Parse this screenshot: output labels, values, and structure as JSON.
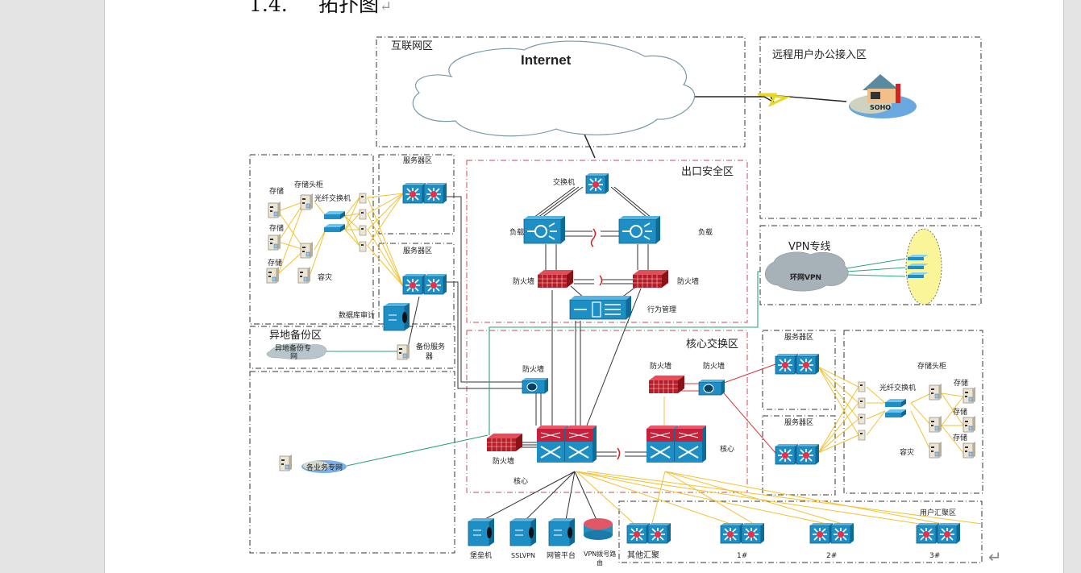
{
  "document": {
    "heading_number": "1.4.",
    "heading_title": "拓扑图",
    "paragraph_mark": "↵"
  },
  "diagram": {
    "title": "网络拓扑图",
    "zones": {
      "internet": "互联网区",
      "remote": "远程用户办公接入区",
      "egress": "出口安全区",
      "vpn": "VPN专线",
      "core": "核心交换区",
      "backup": "异地备份区",
      "server_left_top": "服务器区",
      "server_left_bottom": "服务器区",
      "server_right_top": "服务器区",
      "server_right_bottom": "服务器区",
      "user_agg": "用户汇聚区"
    },
    "clouds": {
      "internet": "Internet",
      "soho": "SOHO",
      "vpn": "环网VPN",
      "backup_line_1": "异地备份专",
      "backup_line_2": "网",
      "business": "各业务专网"
    },
    "labels": {
      "egress_switch": "交换机",
      "lb_left": "负载",
      "lb_right": "负载",
      "fw_left": "防火墙",
      "fw_right": "防火墙",
      "behavior": "行为管理",
      "core_fw_top": "防火墙",
      "core_fw_left": "防火墙",
      "core_fw_r1": "防火墙",
      "core_fw_r2": "防火墙",
      "core_left": "核心",
      "core_right": "核心",
      "storage_head_left": "存储头柜",
      "fc_switch_left": "光纤交换机",
      "storage_l1": "存储",
      "storage_l2": "存储",
      "storage_l3": "存储",
      "dr_left": "容灾",
      "db_audit": "数据库审计",
      "backup_server_1": "备份服务",
      "backup_server_2": "器",
      "storage_head_right": "存储头柜",
      "fc_switch_right": "光纤交换机",
      "storage_r1": "存储",
      "storage_r2": "存储",
      "storage_r3": "存储",
      "dr_right": "容灾",
      "bastion": "堡垒机",
      "sslvpn": "SSLVPN",
      "nms": "网管平台",
      "vpn_router_1": "VPN拨号路",
      "vpn_router_2": "由",
      "agg_other": "其他汇聚",
      "agg_1": "1#",
      "agg_2": "2#",
      "agg_3": "3#"
    },
    "colors": {
      "device_blue": "#1e8fc4",
      "firewall_red": "#c8202c",
      "link_yellow": "#f2c230",
      "link_green": "#2aa37a",
      "link_red": "#d23a3a",
      "zone_border": "#333333",
      "security_zone_border": "#d24a5a"
    }
  }
}
